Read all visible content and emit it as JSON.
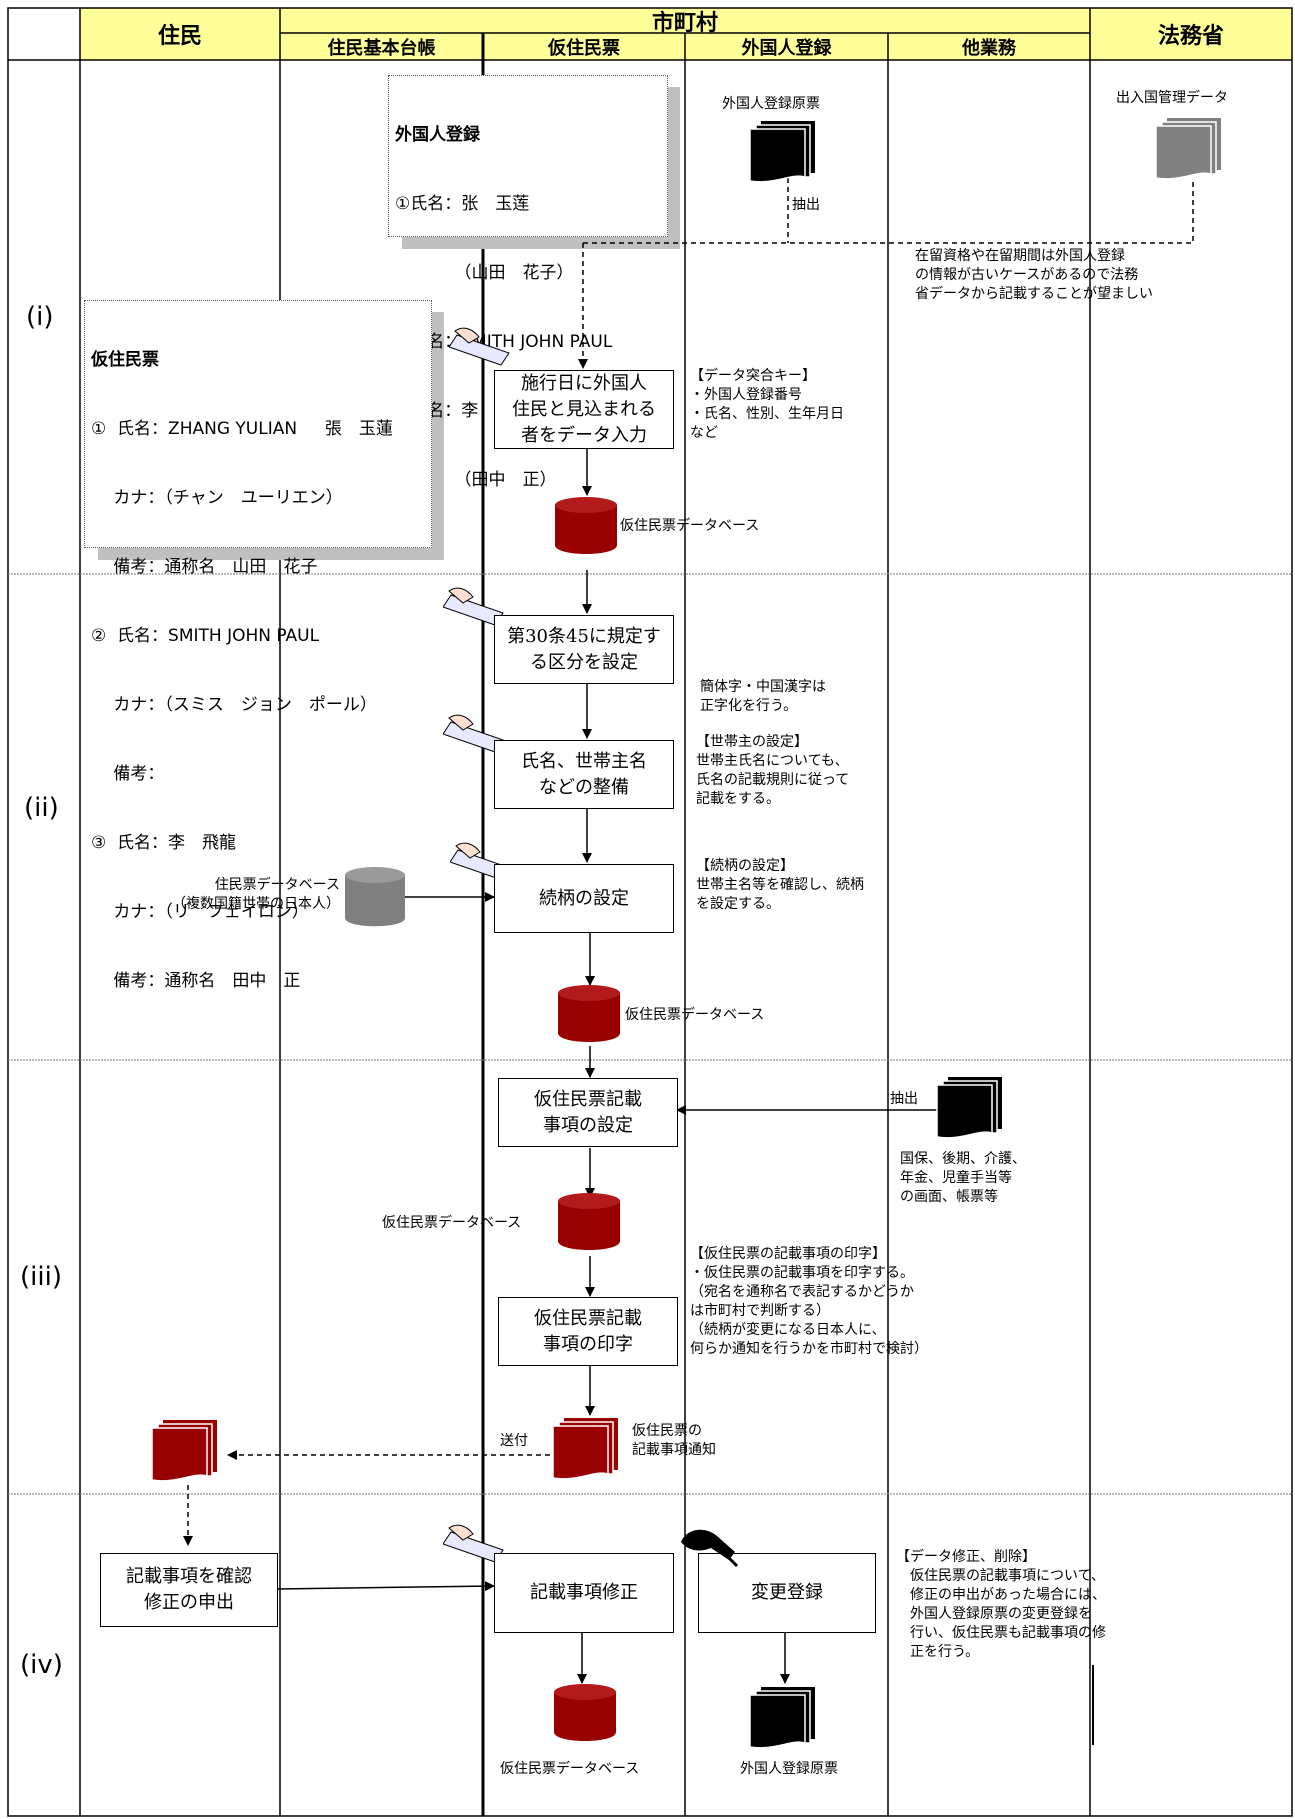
{
  "header": {
    "residents": "住民",
    "municipality": "市町村",
    "ministry": "法務省",
    "sub": [
      "住民基本台帳",
      "仮住民票",
      "外国人登録",
      "他業務"
    ]
  },
  "phases": [
    "(i)",
    "(ii)",
    "(iii)",
    "(iv)"
  ],
  "phase_i": {
    "alien_card": {
      "title": "外国人登録",
      "lines": [
        "①氏名：张　玉莲",
        "　　　　（山田　花子）",
        "②氏名：SMITH JOHN PAUL",
        "③氏名：李　飞龙",
        "　　　　（田中　正）"
      ]
    },
    "kari_card": {
      "title": "仮住民票",
      "lines": [
        "①  氏名：ZHANG YULIAN　  張　玉蓮",
        "　 カナ：（チャン　ユーリエン）",
        "　 備考：通称名　山田　花子",
        "②  氏名：SMITH JOHN PAUL",
        "　 カナ：（スミス　ジョン　ポール）",
        "　 備考：",
        "③  氏名：李　飛龍",
        "　 カナ：（リ　フェイロン）",
        "　 備考：通称名　田中　正"
      ]
    },
    "alien_doc_label": "外国人登録原票",
    "immigration_doc_label": "出入国管理データ",
    "extract_label": "抽出",
    "ministry_note": "在留資格や在留期間は外国人登録\nの情報が古いケースがあるので法務\n省データから記載することが望ましい",
    "input_box": "施行日に外国人\n住民と見込まれる\n者をデータ入力",
    "key_note": "【データ突合キー】\n・外国人登録番号\n・氏名、性別、生年月日\nなど",
    "db_label": "仮住民票データベース"
  },
  "phase_ii": {
    "box1": "第30条45に規定す\nる区分を設定",
    "note_simplified": "簡体字・中国漢字は\n正字化を行う。",
    "box2": "氏名、世帯主名\nなどの整備",
    "note_head": "【世帯主の設定】\n世帯主氏名についても、\n氏名の記載規則に従って\n記載をする。",
    "box3": "続柄の設定",
    "note_rel": "【続柄の設定】\n世帯主名等を確認し、続柄\nを設定する。",
    "resident_db_label": "住民票データベース\n（複数国籍世帯の日本人）",
    "db_label": "仮住民票データベース"
  },
  "phase_iii": {
    "box1": "仮住民票記載\n事項の設定",
    "extract_label": "抽出",
    "other_note": "国保、後期、介護、\n年金、児童手当等\nの画面、帳票等",
    "db_label": "仮住民票データベース",
    "print_note": "【仮住民票の記載事項の印字】\n・仮住民票の記載事項を印字する。\n（宛名を通称名で表記するかどうか\nは市町村で判断する）\n（続柄が変更になる日本人に、\n何らか通知を行うかを市町村で検討）",
    "box2": "仮住民票記載\n事項の印字",
    "send_label": "送付",
    "notice_label": "仮住民票の\n記載事項通知"
  },
  "phase_iv": {
    "resident_box": "記載事項を確認\n修正の申出",
    "fix_box": "記載事項修正",
    "change_box": "変更登録",
    "note": "【データ修正、削除】\n　仮住民票の記載事項について、\n　修正の申出があった場合には、\n　外国人登録原票の変更登録を\n　行い、仮住民票も記載事項の修\n　正を行う。",
    "db_label": "仮住民票データベース",
    "alien_doc_label": "外国人登録原票"
  },
  "colors": {
    "header_bg": "#ffff99",
    "db_red": "#990000",
    "db_gray": "#808080",
    "doc_dark": "#000000"
  }
}
